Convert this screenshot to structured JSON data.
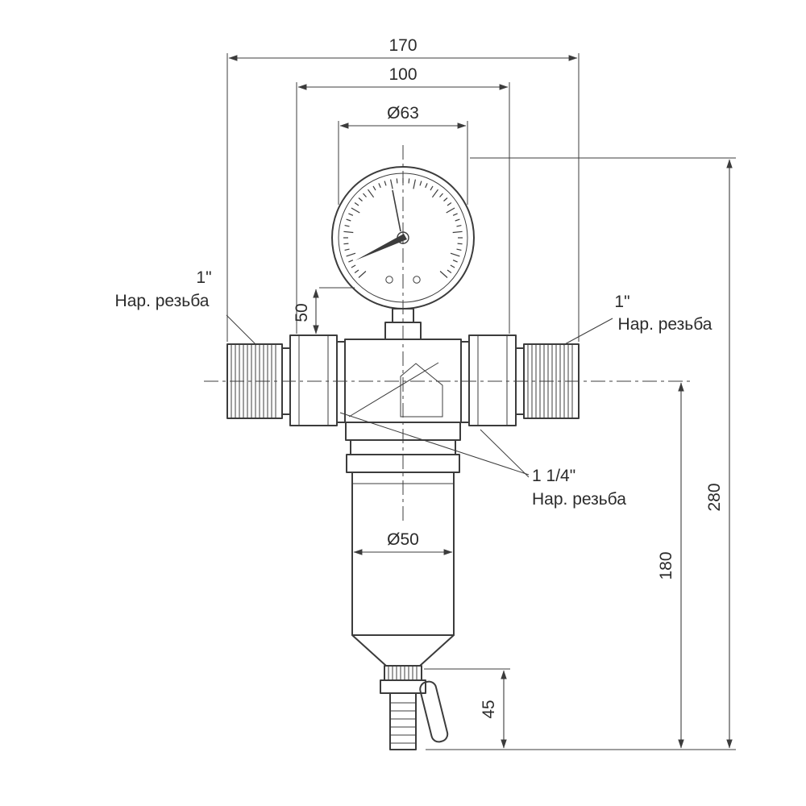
{
  "drawing": {
    "background": "#ffffff",
    "line_color": "#3c3c3c",
    "dimensions": {
      "total_width": "170",
      "body_width": "100",
      "gauge_diameter": "Ø63",
      "gauge_stem_height": "50",
      "bowl_diameter": "Ø50",
      "total_height": "280",
      "below_axis_height": "180",
      "drain_height": "45"
    },
    "labels": {
      "left_port_size": "1\"",
      "left_port_thread": "Нар. резьба",
      "right_port_size": "1\"",
      "right_port_thread": "Нар. резьба",
      "bottom_port_size": "1 1/4\"",
      "bottom_port_thread": "Нар. резьба"
    }
  }
}
